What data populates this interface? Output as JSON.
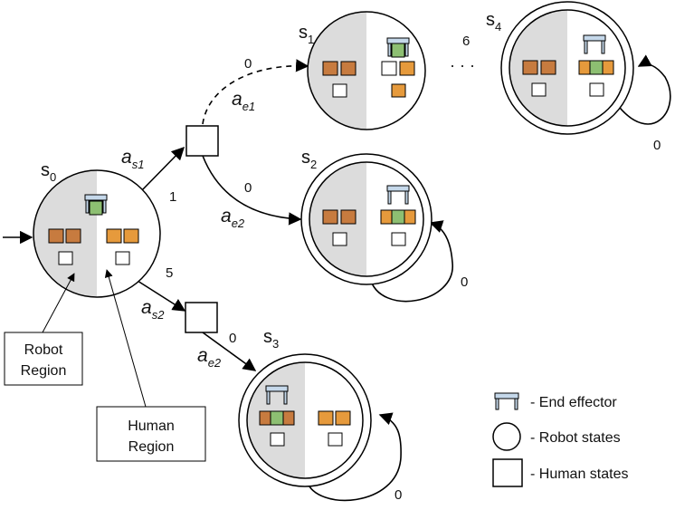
{
  "states": {
    "s0": {
      "letter": "s",
      "sub": "0"
    },
    "s1": {
      "letter": "s",
      "sub": "1"
    },
    "s2": {
      "letter": "s",
      "sub": "2"
    },
    "s3": {
      "letter": "s",
      "sub": "3"
    },
    "s4": {
      "letter": "s",
      "sub": "4"
    }
  },
  "actions": {
    "as1": {
      "letter": "a",
      "sub": "s1"
    },
    "as2": {
      "letter": "a",
      "sub": "s2"
    },
    "ae1": {
      "letter": "a",
      "sub": "e1"
    },
    "ae2_top": {
      "letter": "a",
      "sub": "e2"
    },
    "ae2_bottom": {
      "letter": "a",
      "sub": "e2"
    }
  },
  "costs": {
    "s0_to_h1": "1",
    "s0_to_h2": "5",
    "h1_to_s1": "0",
    "h1_to_s2": "0",
    "h2_to_s3": "0",
    "s1_to_s4": "6",
    "s2_self": "0",
    "s3_self": "0",
    "s4_self": "0"
  },
  "ellipsis": "· · ·",
  "labels": {
    "robot_region": [
      "Robot",
      "Region"
    ],
    "human_region": [
      "Human",
      "Region"
    ]
  },
  "legend": {
    "end_effector": "- End effector",
    "robot_states": "- Robot states",
    "human_states": "- Human states"
  },
  "colors": {
    "robot_region": "#dcdcdc",
    "block_orange": "#e69a3c",
    "block_brown": "#c77b3f",
    "block_green": "#8dbf72",
    "effector": "#c5d8ea",
    "line": "#000000"
  }
}
